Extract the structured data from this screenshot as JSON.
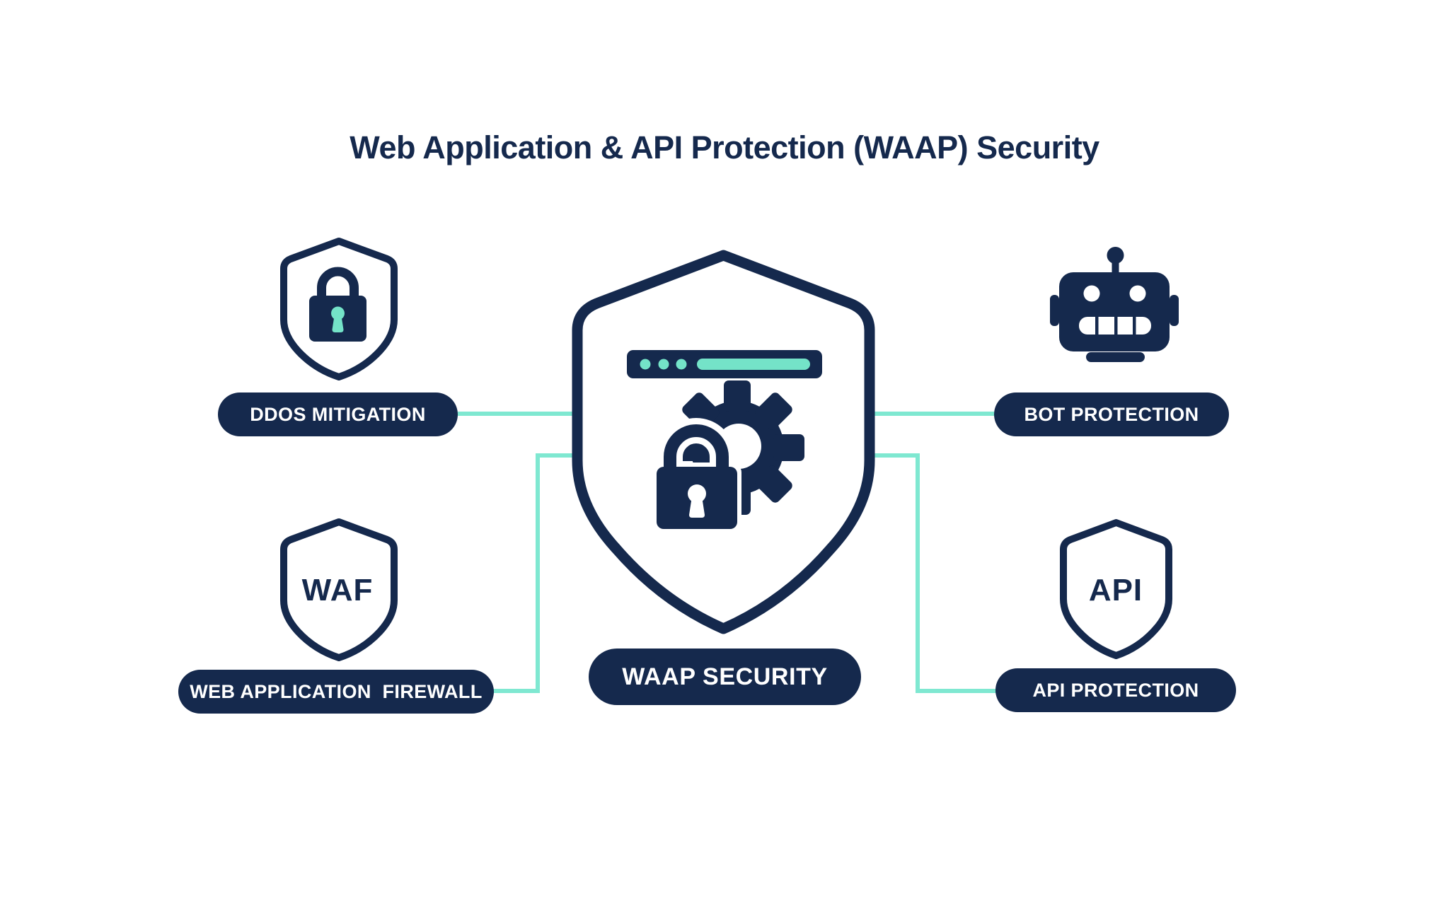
{
  "title": "Web Application & API Protection (WAAP) Security",
  "colors": {
    "navy": "#15294D",
    "teal_icon": "#74E3C8",
    "teal_line": "#7FE8D1",
    "background": "#FFFFFF",
    "text_on_pill": "#FFFFFF"
  },
  "hub": {
    "label": "WAAP SECURITY",
    "icon": "shield-with-browser-gear-lock"
  },
  "nodes": {
    "ddos": {
      "label": "DDOS MITIGATION",
      "icon": "shield-padlock",
      "position": "top-left"
    },
    "bot": {
      "label": "BOT PROTECTION",
      "icon": "robot-head",
      "position": "top-right"
    },
    "waf": {
      "label": "WEB APPLICATION  FIREWALL",
      "icon": "shield-outline",
      "icon_text": "WAF",
      "position": "bottom-left"
    },
    "api": {
      "label": "API PROTECTION",
      "icon": "shield-outline",
      "icon_text": "API",
      "position": "bottom-right"
    }
  }
}
